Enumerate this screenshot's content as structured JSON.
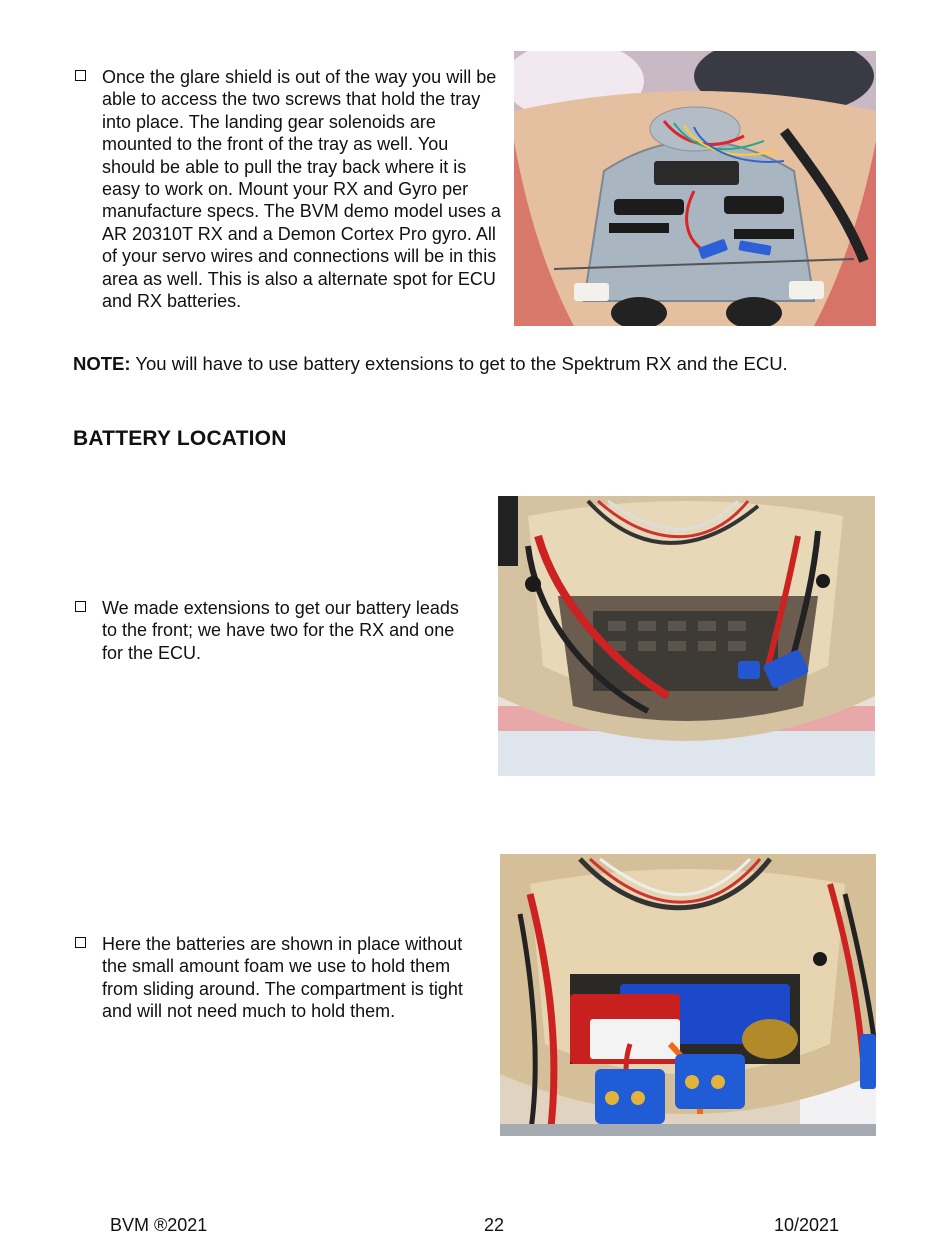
{
  "items": [
    {
      "text": "Once the glare shield is out of the way you will be able to access the two screws that hold the tray into place. The landing gear solenoids are mounted to the front of the tray as well. You should be able to pull the tray back where it is easy to work on. Mount your RX and Gyro per manufacture specs. The BVM demo model uses a AR 20310T RX and a Demon Cortex Pro gyro.  All of your servo wires and connections will be in this area as well. This is also a alternate spot for ECU and RX batteries."
    },
    {
      "text": "We made extensions to get our battery leads to the front; we have two for the RX and one for the ECU."
    },
    {
      "text": "Here the batteries are shown in place without the small amount foam we use to hold them from sliding around. The compartment is tight and will not need much to hold them."
    }
  ],
  "note": {
    "label": "NOTE:",
    "text": " You will have to use battery extensions to get to the Spektrum RX and the ECU."
  },
  "section_heading": "BATTERY LOCATION",
  "footer": {
    "left": "BVM ®2021",
    "center": "22",
    "right": "10/2021"
  }
}
